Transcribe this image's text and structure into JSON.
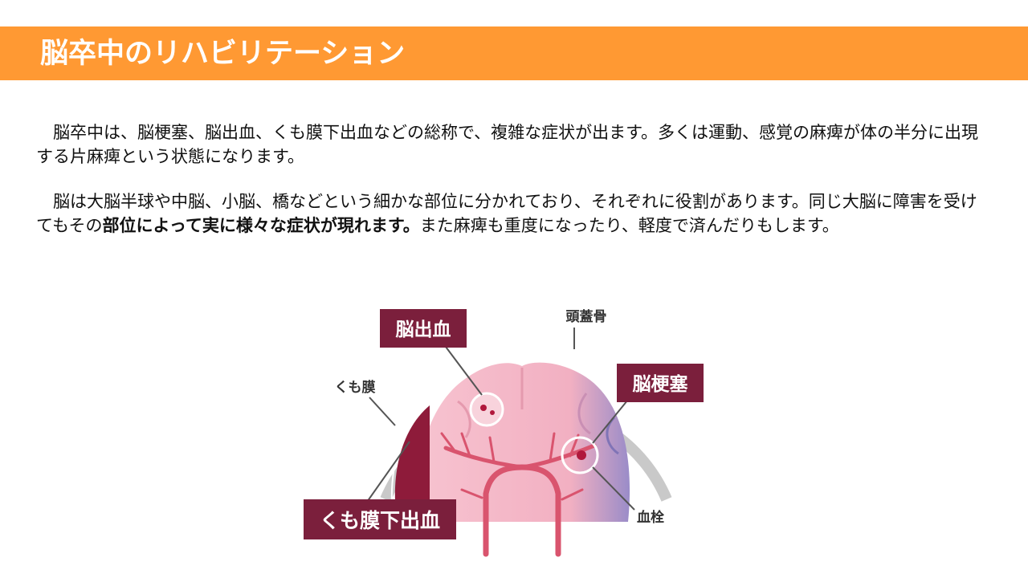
{
  "slide": {
    "title": "脳卒中のリハビリテーション",
    "paragraph1": "脳卒中は、脳梗塞、脳出血、くも膜下出血などの総称で、複雑な症状が出ます。多くは運動、感覚の麻痺が体の半分に出現する片麻痺という状態になります。",
    "paragraph2_before": "脳は大脳半球や中脳、小脳、橋などという細かな部位に分かれており、それぞれに役割があります。同じ大脳に障害を受けてもその",
    "paragraph2_bold": "部位によって実に様々な症状が現れます。",
    "paragraph2_after": "また麻痺も重度になったり、軽度で済んだりもします。"
  },
  "figure": {
    "label_hemorrhage": "脳出血",
    "label_skull": "頭蓋骨",
    "label_infarction": "脳梗塞",
    "label_arachnoid": "くも膜",
    "label_subarachnoid": "くも膜下出血",
    "label_thrombus": "血栓",
    "colors": {
      "label_box": "#7B1F3C",
      "brain": "#F4B8C8",
      "vessels": "#D9546E",
      "skull": "#C8C8C8",
      "arachnoid_blood": "#8E1B3A",
      "infarct_area": "#8E84BF"
    }
  }
}
